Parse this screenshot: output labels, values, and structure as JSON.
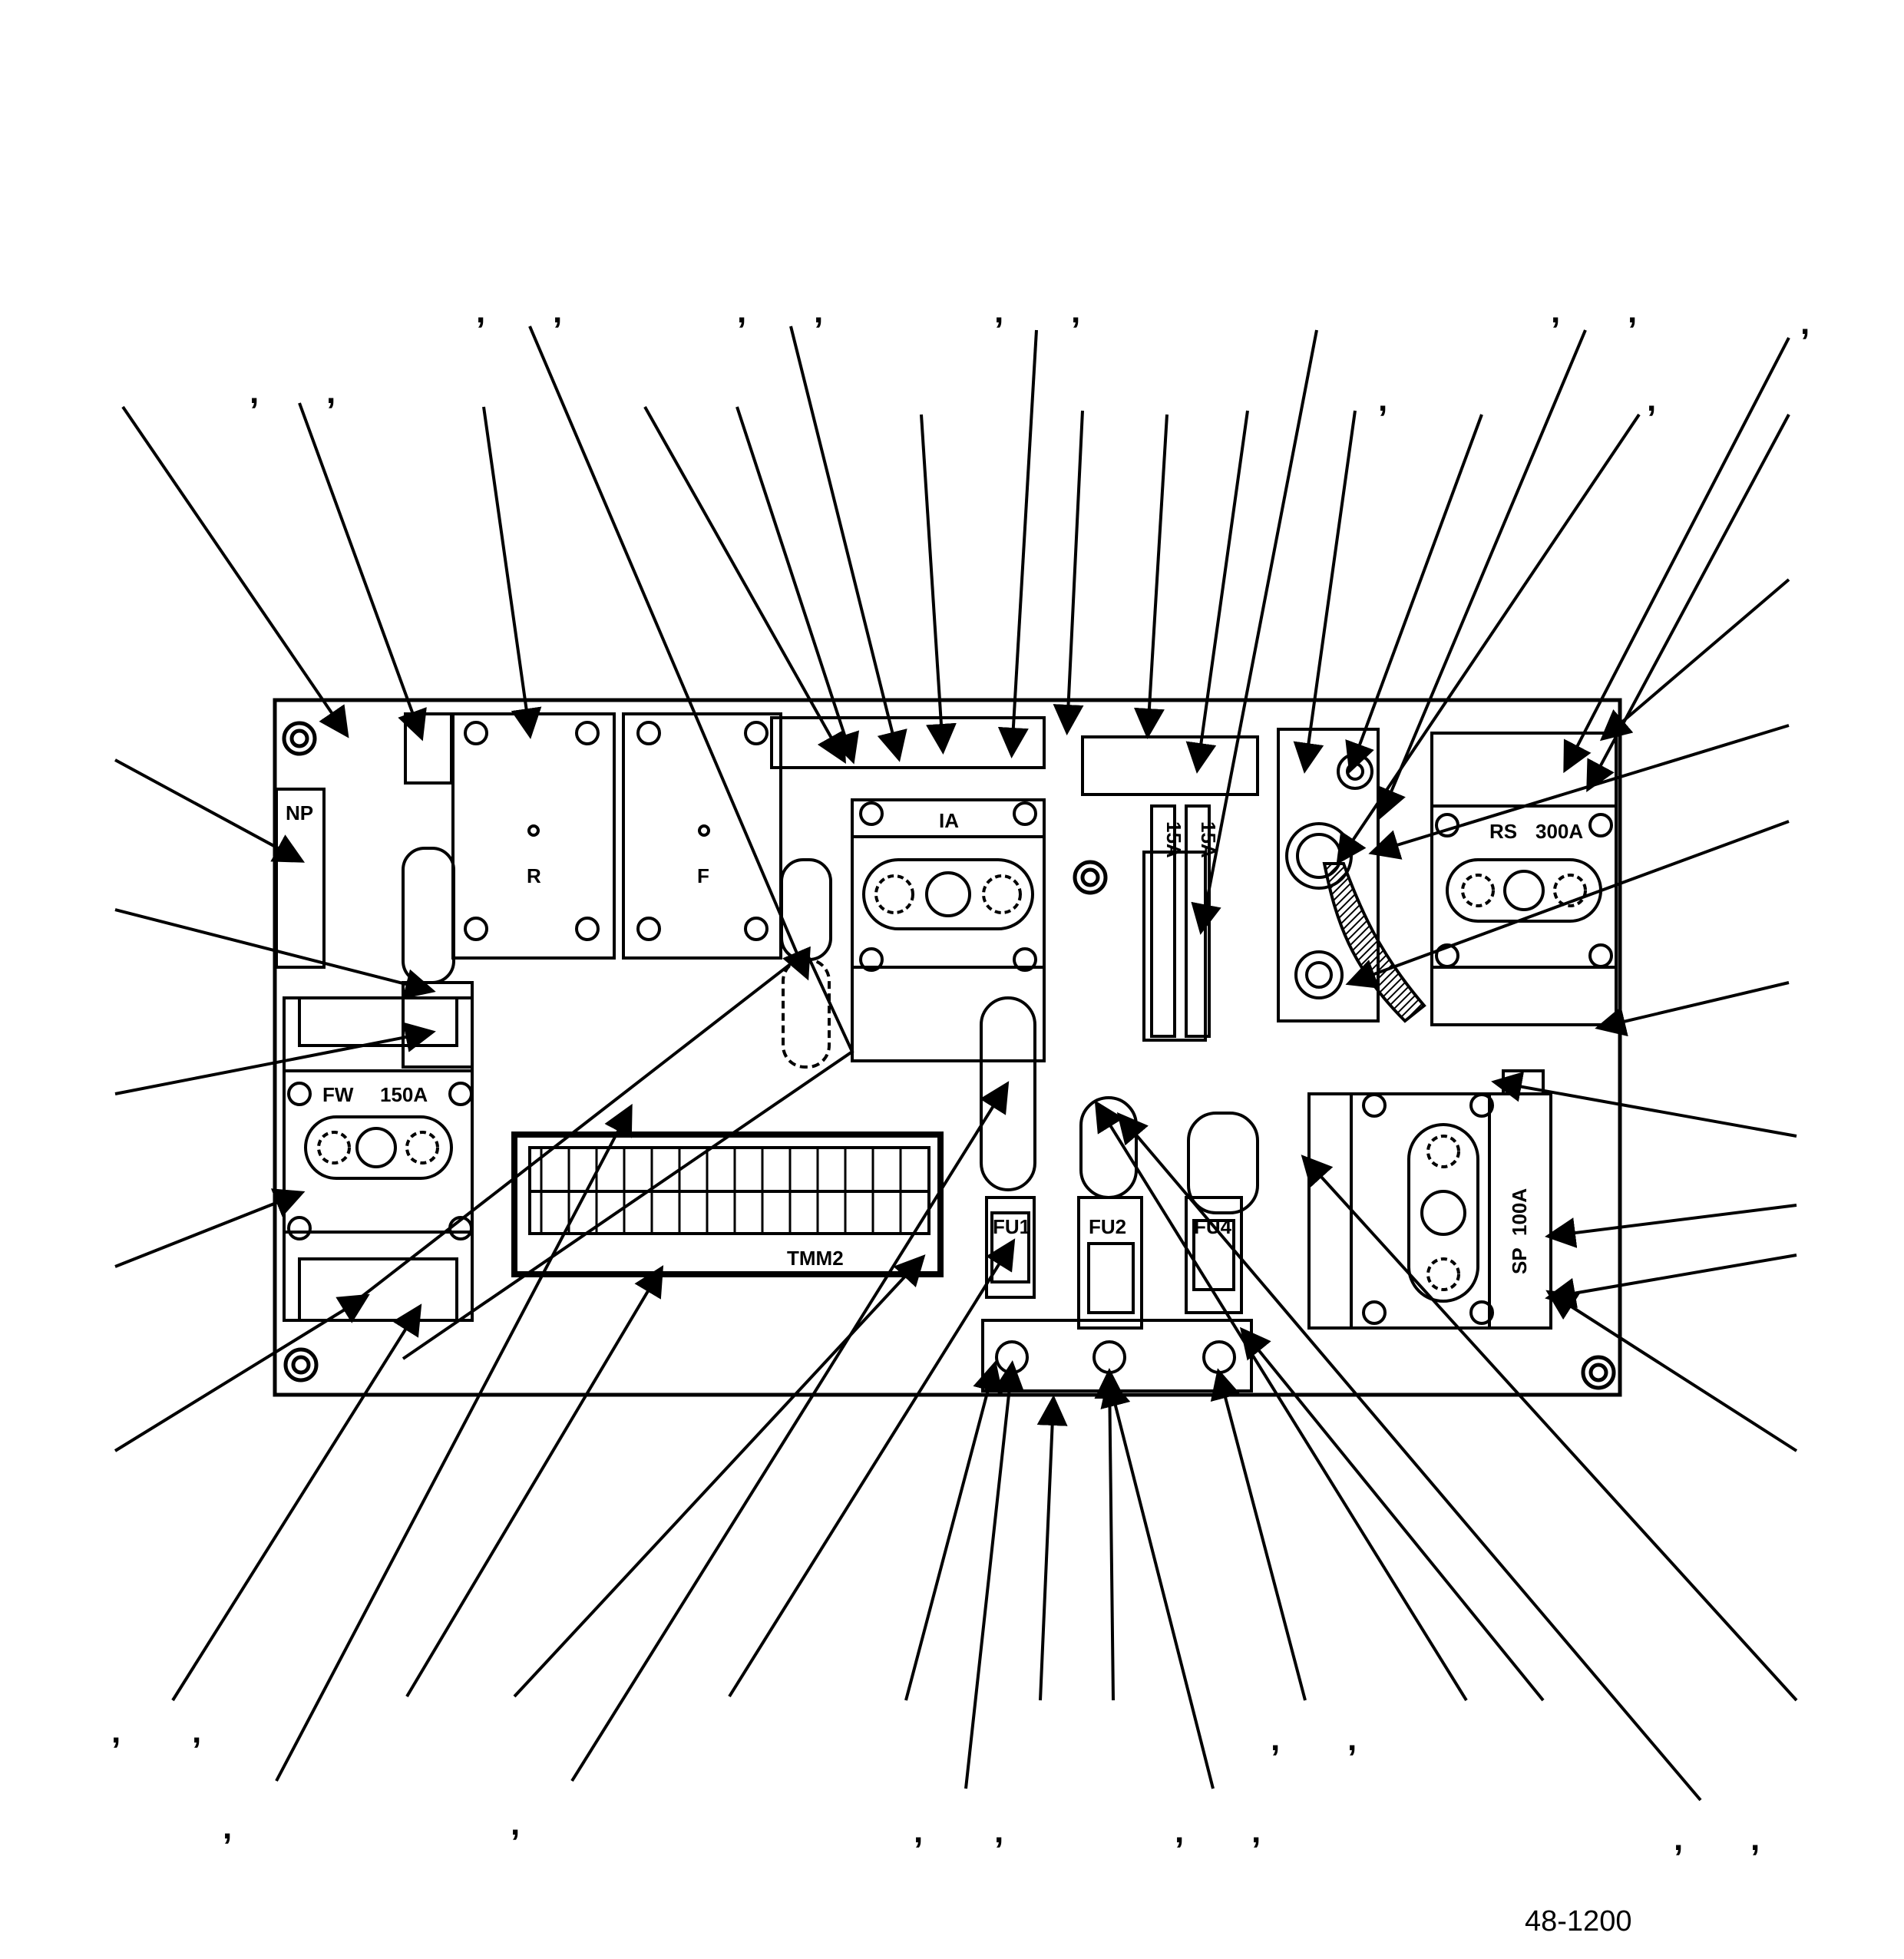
{
  "figure_number": "48-1200",
  "labels": {
    "np": "NP",
    "r": "R",
    "f": "F",
    "ia": "IA",
    "fw": "FW",
    "fw_rating": "150A",
    "rs": "RS",
    "rs_rating": "300A",
    "sp": "SP",
    "sp_rating": "100A",
    "tmm": "TMM2",
    "fu1": "FU1",
    "fu2": "FU2",
    "fu4": "FU4",
    "fuse_a": "15A",
    "fuse_b": "15A"
  },
  "callout_mark": ","
}
